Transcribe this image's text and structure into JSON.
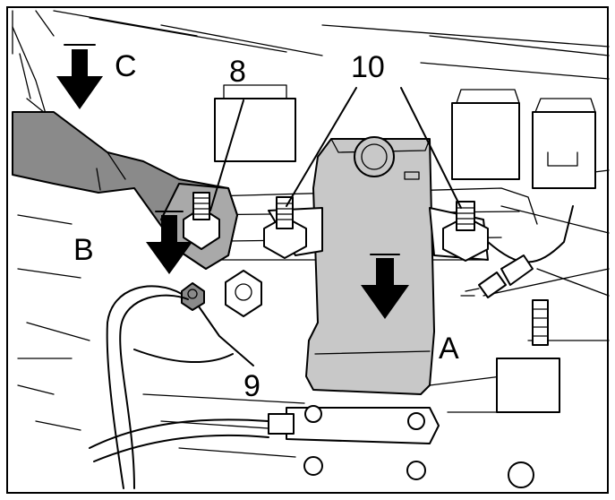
{
  "labels": {
    "a": "A",
    "b": "B",
    "c": "C",
    "item_8": "8",
    "item_9": "9",
    "item_10": "10"
  },
  "colors": {
    "line": "#000000",
    "background": "#ffffff",
    "cover_fill": "#c8c8c8",
    "cable_fill": "#8a8a8a"
  },
  "icons": {
    "arrow": "down-arrow-icon"
  }
}
